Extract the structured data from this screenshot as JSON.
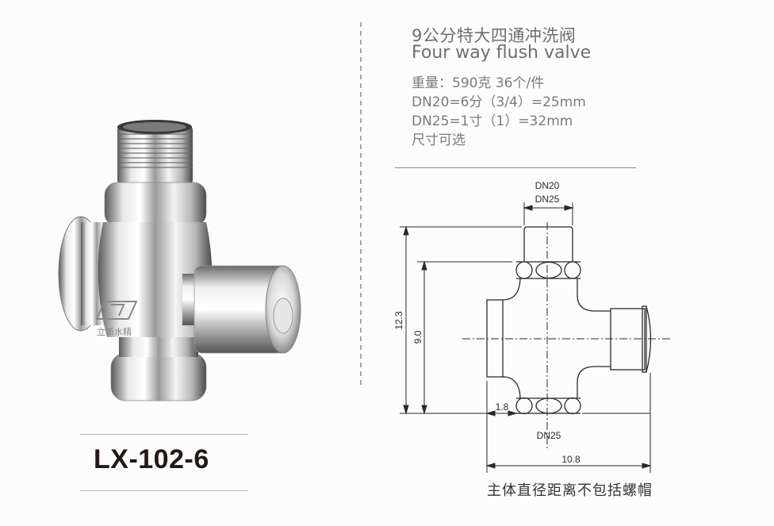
{
  "product": {
    "title_cn": "9公分特大四通冲洗阀",
    "title_en": "Four way flush valve",
    "specs": [
      "重量：590克  36个/件",
      "DN20=6分（3/4）=25mm",
      "DN25=1寸（1）=32mm",
      "尺寸可选"
    ],
    "model": "LX-102-6",
    "brand_mark_text": "立新水精"
  },
  "drawing": {
    "top_labels": [
      "DN20",
      "DN25"
    ],
    "bottom_label": "DN25",
    "dim_total_height": "12.3",
    "dim_body_height": "9.0",
    "dim_offset": "1.8",
    "dim_width": "10.8",
    "note": "主体直径距离不包括螺帽"
  },
  "colors": {
    "background": "#fdfcfd",
    "title_text": "#6f6f6f",
    "model_text": "#231815",
    "line": "#2a2a2a",
    "divider": "#a8a8a8"
  }
}
